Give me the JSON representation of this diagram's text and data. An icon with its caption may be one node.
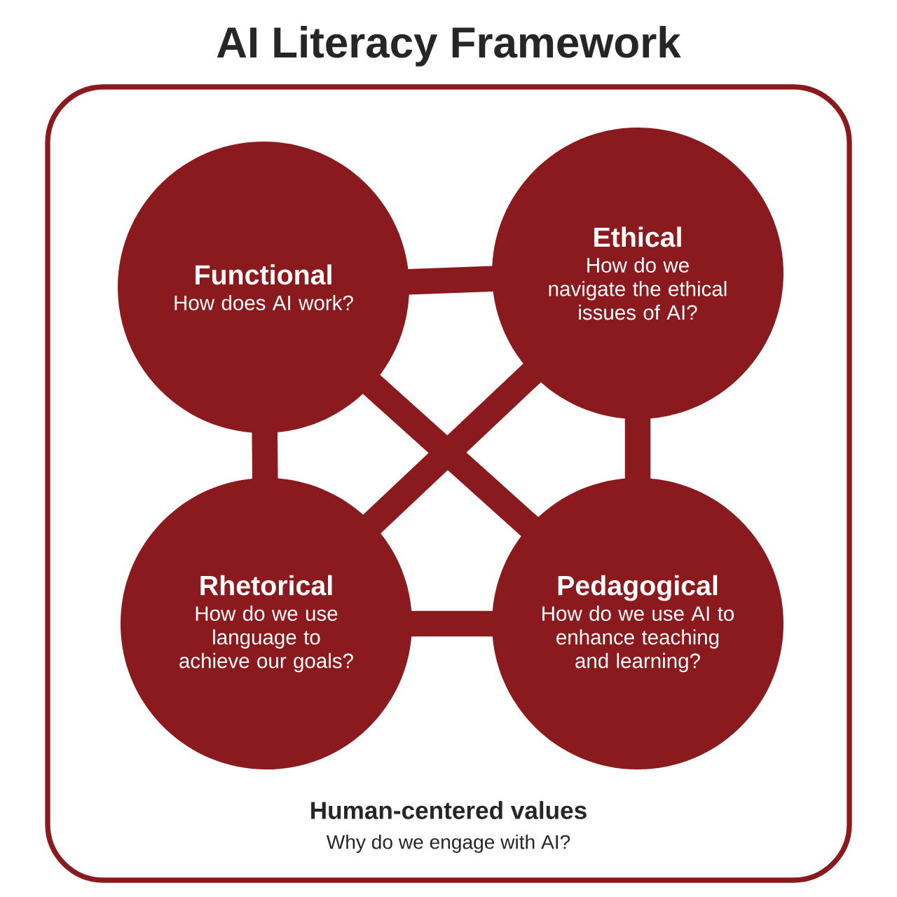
{
  "diagram": {
    "title": "AI Literacy Framework",
    "nodes": [
      {
        "text": [
          "Human-centered values",
          "Why do we engage with AI?"
        ]
      },
      {
        "text": [
          "Functional",
          "How does AI work?"
        ],
        "in": 0
      },
      {
        "text": [
          "Ethical",
          "How do we navigate the ethical issues of AI?"
        ],
        "in": 0
      },
      {
        "text": [
          "Rhetorical",
          "How do we use language to achieve our goals?"
        ],
        "in": 0
      },
      {
        "text": [
          "Pedagogical",
          "How do we use AI to enhance teaching and learning?"
        ],
        "in": 0
      }
    ],
    "edges": [
      {
        "from": 1,
        "to": 2,
        "arrow": "none"
      },
      {
        "from": 1,
        "to": 3,
        "arrow": "none"
      },
      {
        "from": 2,
        "to": 4,
        "arrow": "none"
      },
      {
        "from": 3,
        "to": 4,
        "arrow": "none"
      },
      {
        "from": 1,
        "to": 4,
        "arrow": "none"
      },
      {
        "from": 2,
        "to": 3,
        "arrow": "none"
      }
    ]
  }
}
